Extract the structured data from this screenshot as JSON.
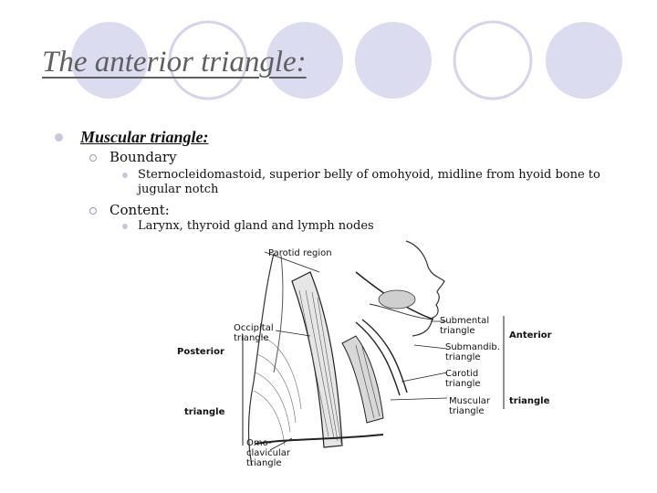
{
  "title": "The anterior triangle:",
  "level1": {
    "label": "Muscular triangle:"
  },
  "boundary": {
    "label": "Boundary",
    "detail": "Sternocleidomastoid, superior belly of omohyoid, midline from hyoid bone to jugular notch"
  },
  "content": {
    "label": "Content:",
    "detail": "Larynx, thyroid gland and lymph nodes"
  },
  "figure": {
    "labels": {
      "parotid": "Parotid region",
      "occipital": "Occipital\ntriangle",
      "posterior": "Posterior",
      "triangle_left": "triangle",
      "omo": "Omo-\nclavicular\ntriangle",
      "submental": "Submental\ntriangle",
      "submandib": "Submandib.\ntriangle",
      "carotid": "Carotid\ntriangle",
      "muscular": "Muscular\ntriangle",
      "anterior": "Anterior",
      "triangle_right": "triangle"
    }
  },
  "colors": {
    "decor_circle": "#d9d9ef",
    "title": "#5f5f5f",
    "bullet": "#c9c9de"
  }
}
